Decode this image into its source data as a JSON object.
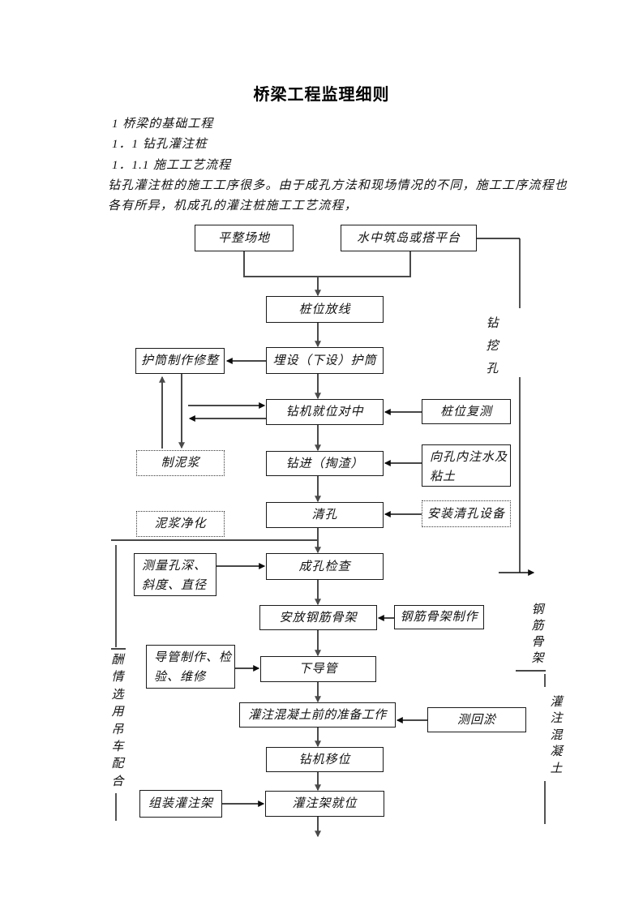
{
  "doc": {
    "title": "桥梁工程监理细则",
    "heading1": "1 桥梁的基础工程",
    "heading2": "1．1 钻孔灌注桩",
    "heading3": "1．1.1 施工工艺流程",
    "paragraph_lines": [
      "钻孔灌注桩的施工工序很多。由于成孔方法和现场情况的不同，施工工序流程也",
      "各有所异，机成孔的灌注桩施工工艺流程，"
    ]
  },
  "flowchart": {
    "nodes": [
      "平整场地",
      "水中筑岛或搭平台",
      "桩位放线",
      "埋设（下设）护筒",
      "护筒制作修整",
      "钻机就位对中",
      "桩位复测",
      "制泥浆",
      "钻进（掏渣）",
      "向孔内注水及粘土",
      "清孔",
      "安装清孔设备",
      "泥浆净化",
      "成孔检查",
      "测量孔深、斜度、直径",
      "安放钢筋骨架",
      "钢筋骨架制作",
      "下导管",
      "导管制作、检验、维修",
      "灌注混凝土前的准备工作",
      "测回淤",
      "钻机移位",
      "灌注架就位",
      "组装灌注架"
    ],
    "side_labels": [
      "钻挖孔",
      "钢筋骨架",
      "灌注混凝土",
      "酬情选用吊车配合"
    ]
  }
}
